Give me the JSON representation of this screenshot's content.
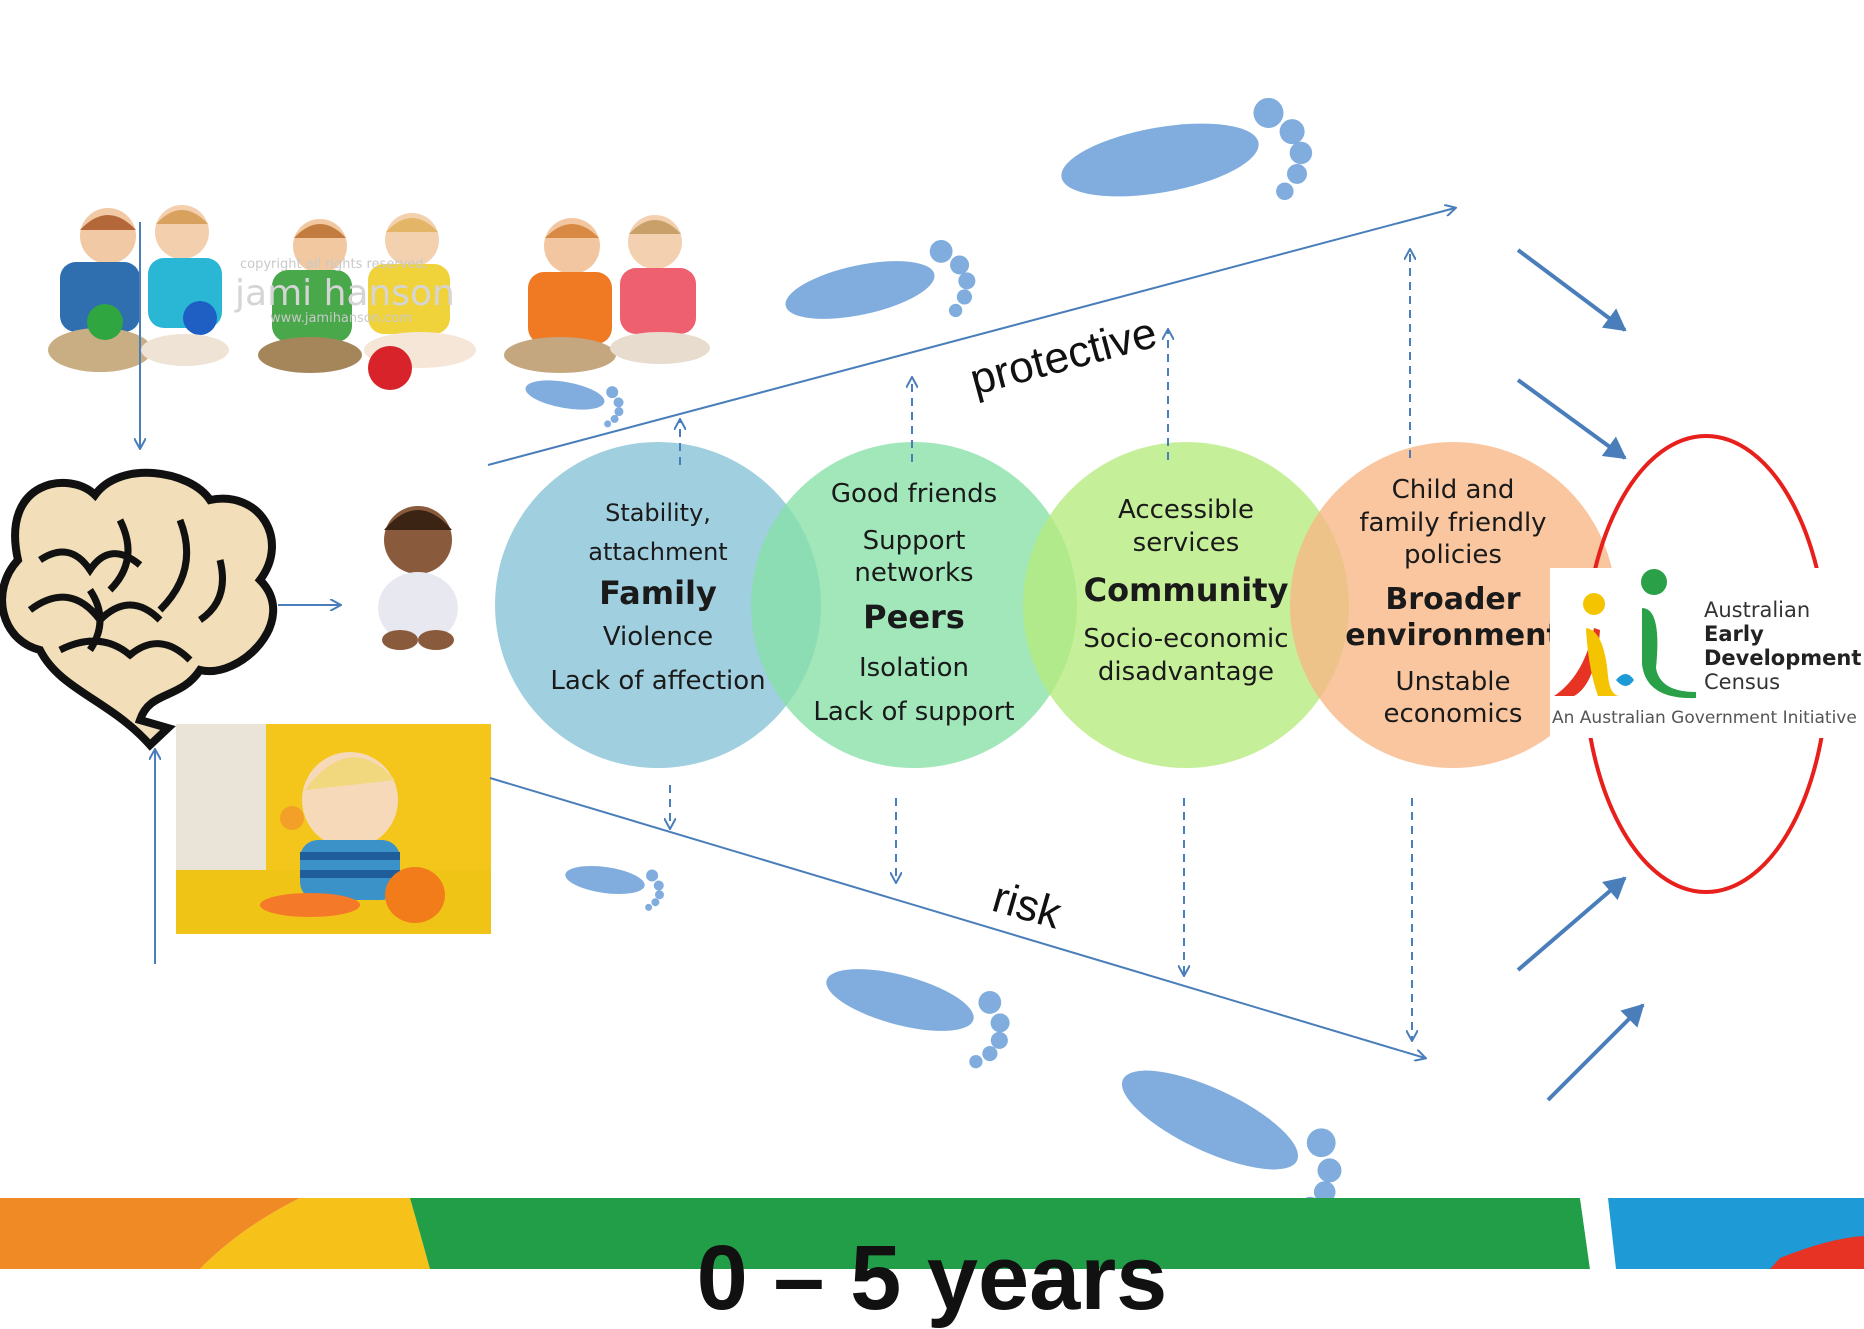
{
  "arrow_labels": {
    "protective": "protective",
    "risk": "risk"
  },
  "circles": [
    {
      "id": "family",
      "color": "#8fc7d9",
      "lines_top": [
        "Stability,",
        "attachment"
      ],
      "title": [
        "Family"
      ],
      "lines_bottom": [
        "Violence",
        "Lack of affection"
      ]
    },
    {
      "id": "peers",
      "color": "#86e0a6",
      "lines_top": [
        "Good friends",
        "Support",
        "networks"
      ],
      "title": [
        "Peers"
      ],
      "lines_bottom": [
        "Isolation",
        "Lack of support"
      ]
    },
    {
      "id": "community",
      "color": "#b6eb7e",
      "lines_top": [
        "Accessible",
        "services"
      ],
      "title": [
        "Community"
      ],
      "lines_bottom": [
        "Socio-economic",
        "disadvantage"
      ]
    },
    {
      "id": "broader",
      "color": "#f7b685",
      "lines_top": [
        "Child and",
        "family friendly",
        "policies"
      ],
      "title": [
        "Broader",
        "environment"
      ],
      "lines_bottom": [
        "Unstable",
        "economics"
      ]
    }
  ],
  "logo": {
    "line1": "Australian",
    "line2": "Early",
    "line3": "Development",
    "line4": "Census",
    "tagline": "An Australian Government Initiative",
    "colors": {
      "red": "#e63323",
      "yellow": "#f5c400",
      "blue": "#1e9ad6",
      "green": "#2aa048"
    }
  },
  "watermark": {
    "line1": "copyright all rights reserved.",
    "line2": "jami hanson",
    "line3": "www.jamihanson.com"
  },
  "footer": {
    "title": "0 – 5 years"
  },
  "colors": {
    "arrow": "#4a7ebb",
    "oval": "#e8201c",
    "footprint": "#6a9fd8"
  },
  "icons": {
    "brain": "brain-illustration",
    "footprint": "footprint-icon"
  }
}
